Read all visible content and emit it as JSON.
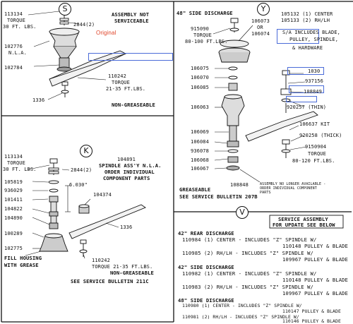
{
  "annotation": {
    "original_label": "Original"
  },
  "section_s": {
    "letter": "S",
    "header": [
      "ASSEMBLY NOT",
      "SERVICEABLE"
    ],
    "parts": {
      "p113134": "113134",
      "p113134_note1": "TORQUE",
      "p113134_note2": "30 FT. LBS.",
      "p2844": "2844(2)",
      "p102776": "102776",
      "p102776_note": "N.L.A.",
      "p102784": "102784",
      "p110242": "110242",
      "p110242_note1": "TORQUE",
      "p110242_note2": "21-35 FT.LBS.",
      "p1336": "1336"
    },
    "footer": "NON-GREASEABLE"
  },
  "section_y": {
    "letter": "Y",
    "header": "48\" SIDE DISCHARGE",
    "parts": {
      "p915090": "915090",
      "p915090_note1": "TORQUE",
      "p915090_note2": "80-100 FT.LBS.",
      "p106073": "106073",
      "p106073_or": "OR",
      "p106074": "106074",
      "p106075": "106075",
      "p106070": "106070",
      "p106085": "106085",
      "p106063": "106063",
      "p106069": "106069",
      "p106084": "106084",
      "p936078": "936078",
      "p106068": "106068",
      "p106067": "106067",
      "p105132": "105132 (1) CENTER",
      "p105133": "105133 (2) RH/LH",
      "sa_line1": "S/A INCLUDES BLADE,",
      "sa_line2": "PULLEY, SPINDLE,",
      "sa_line3": "& HARDWARE",
      "p1030": "1030",
      "p937156": "937156",
      "p108849": "108849",
      "p920257": "920257 (THIN)",
      "p106637": "106637 KIT",
      "p920258": "920258 (THICK)",
      "p9150904": "9150904",
      "p9150904_note1": "TORQUE",
      "p9150904_note2": "80-120 FT.LBS.",
      "p108848": "108848",
      "nla_note1": "ASSEMBLY NO LONGER AVAILABLE -",
      "nla_note2": "ORDER INDIVIDUAL COMPONENT",
      "nla_note3": "PARTS"
    },
    "footer1": "GREASEABLE",
    "footer2": "SEE SERVICE BULLETIN 207B"
  },
  "section_k": {
    "letter": "K",
    "spindle_number": "104891",
    "spindle_note1": "SPINDLE ASS'Y N.L.A.",
    "spindle_note2": "ORDER INDIVIDUAL",
    "spindle_note3": "COMPONENT PARTS",
    "parts": {
      "p113134": "113134",
      "p113134_note1": "TORQUE",
      "p113134_note2": "30 FT. LBS.",
      "p2844": "2844(2)",
      "p105819": "105819",
      "p936029": "936029",
      "p6030": "6.030\"",
      "p101411": "101411",
      "p104374": "104374",
      "p104822": "104822",
      "p104890": "104890",
      "p1336": "1336",
      "p100289": "100289",
      "p102775": "102775",
      "p110242": "110242",
      "p110242_note": "TORQUE 21-35 FT.LBS."
    },
    "fill_note1": "FILL HOUSING",
    "fill_note2": "WITH GREASE",
    "nongrease": "NON-GREASEABLE",
    "footer": "SEE SERVICE BULLETIN 211C"
  },
  "section_v": {
    "letter": "V",
    "box_line1": "SERVICE ASSEMBLY",
    "box_line2": "FOR UPDATE SEE BELOW",
    "groups": [
      {
        "heading": "42\" REAR DISCHARGE",
        "lines": [
          "110984 (1) CENTER - INCLUDES \"Z\" SPINDLE W/",
          "110148 PULLEY & BLADE",
          "110985 (2) RH/LH - INCLUDES \"Z\" SPINDLE W/",
          "109967 PULLEY & BLADE"
        ]
      },
      {
        "heading": "42\" SIDE DISCHARGE",
        "lines": [
          "110982 (1) CENTER - INCLUDES \"Z\" SPINDLE W/",
          "110148 PULLEY & BLADE",
          "110983 (2) RH/LH - INCLUDES \"Z\" SPINDLE W/",
          "109967 PULLEY & BLADE"
        ]
      },
      {
        "heading": "48\" SIDE DISCHARGE",
        "lines": [
          "110980 (1) CENTER - INCLUDES \"Z\" SPINDLE W/",
          "110147 PULLEY & BLADE",
          "110981 (2) RH/LH - INCLUDES \"Z\" SPINDLE W/",
          "110146 PULLEY & BLADE"
        ]
      }
    ]
  }
}
